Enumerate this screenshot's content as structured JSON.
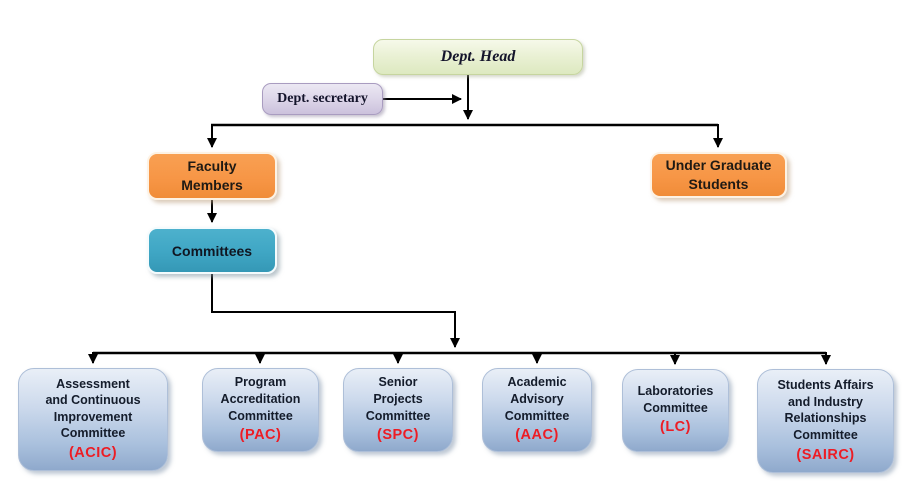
{
  "title": "Department Organizational Chart",
  "colors": {
    "arrow": "#000000",
    "acronym_red": "#ed1c24",
    "dept_head_fill": "#e9f0d5",
    "secretary_fill": "#d9d2e7",
    "members_fill": "#f79646",
    "committees_fill": "#3fa6c4",
    "committee_fill_top": "#e9eff7",
    "committee_fill_bottom": "#8fa9cc"
  },
  "nodes": {
    "dept_head": {
      "label": "Dept. Head"
    },
    "dept_secretary": {
      "label": "Dept. secretary"
    },
    "faculty_members": {
      "label": "Faculty\nMembers"
    },
    "under_graduate_students": {
      "label": "Under Graduate\nStudents"
    },
    "committees": {
      "label": "Committees"
    }
  },
  "committees": [
    {
      "name": "Assessment\nand Continuous\nImprovement\nCommittee",
      "acronym": "(ACIC)"
    },
    {
      "name": "Program\nAccreditation\nCommittee",
      "acronym": "(PAC)"
    },
    {
      "name": "Senior\nProjects\nCommittee",
      "acronym": "(SPC)"
    },
    {
      "name": "Academic\nAdvisory\nCommittee",
      "acronym": "(AAC)"
    },
    {
      "name": "Laboratories\nCommittee",
      "acronym": "(LC)"
    },
    {
      "name": "Students Affairs\nand Industry\nRelationships\nCommittee",
      "acronym": "(SAIRC)"
    }
  ]
}
